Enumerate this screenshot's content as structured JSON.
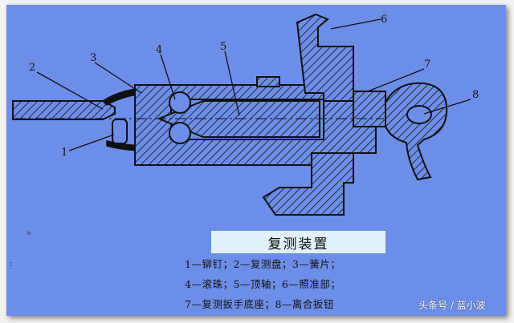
{
  "diagram": {
    "title": "复测装置",
    "callouts": [
      "1",
      "2",
      "3",
      "4",
      "5",
      "6",
      "7",
      "8"
    ],
    "legend_lines": [
      "1—铆钉；2—复测盘；3—簧片；",
      "4—滚珠；5—顶轴；6—照准部；",
      "7—复测扳手底座；8—离合扳钮"
    ]
  },
  "watermark": "头条号 / 蓝小波",
  "colors": {
    "background": "#6d8ee8",
    "title_box": "#e0f2f8",
    "ink": "#111111"
  }
}
